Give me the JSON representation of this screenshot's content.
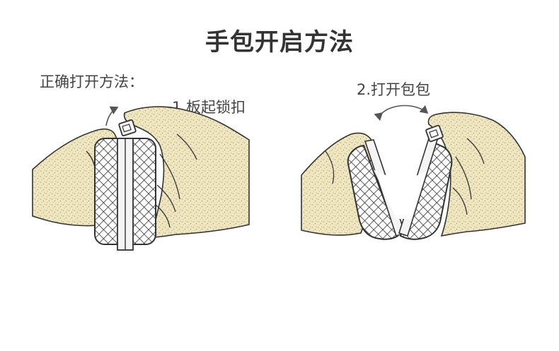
{
  "title": "手包开启方法",
  "subtitle": "正确打开方法：",
  "steps": [
    {
      "label": "1.板起锁扣",
      "icon": "flip-up-arrow-icon"
    },
    {
      "label": "2.打开包包",
      "icon": "double-arrow-icon"
    }
  ],
  "colors": {
    "hand_fill": "#efe6c4",
    "hand_speckle": "#c9b36a",
    "outline": "#333333",
    "clip": "#f4f4f4"
  }
}
